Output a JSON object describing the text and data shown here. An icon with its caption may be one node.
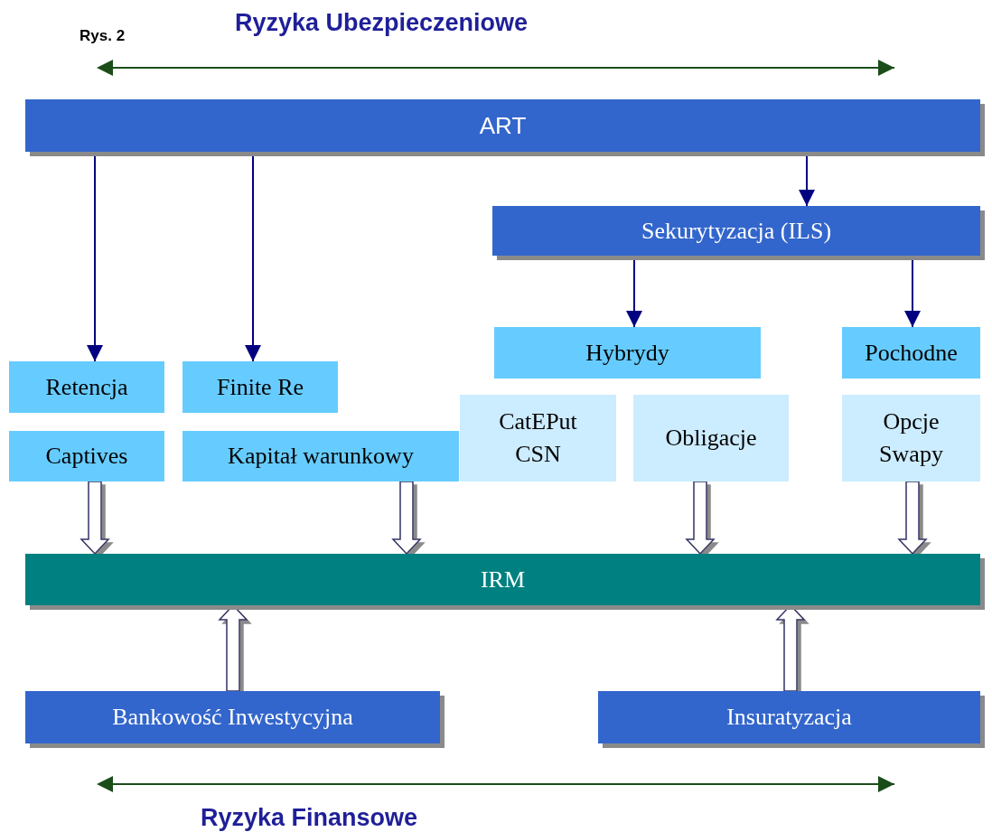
{
  "diagram": {
    "nodes": [
      {
        "text": [
          "ART"
        ]
      },
      {
        "text": [
          "Sekurytyzacja (ILS)"
        ]
      },
      {
        "text": [
          "Retencja"
        ]
      },
      {
        "text": [
          "Captives"
        ]
      },
      {
        "text": [
          "Finite Re"
        ]
      },
      {
        "text": [
          "Kapitał warunkowy"
        ]
      },
      {
        "text": [
          "Hybrydy"
        ]
      },
      {
        "text": [
          "CatEPut CSN"
        ]
      },
      {
        "text": [
          "Obligacje"
        ]
      },
      {
        "text": [
          "Pochodne"
        ]
      },
      {
        "text": [
          "Opcje Swapy"
        ]
      },
      {
        "text": [
          "IRM"
        ]
      },
      {
        "text": [
          "Bankowość Inwestycyjna"
        ]
      },
      {
        "text": [
          "Insuratyzacja"
        ]
      }
    ],
    "edges": [
      {
        "from": 0,
        "to": 2,
        "arrow": "to"
      },
      {
        "from": 0,
        "to": 4,
        "arrow": "to"
      },
      {
        "from": 0,
        "to": 1,
        "arrow": "to"
      },
      {
        "from": 1,
        "to": 6,
        "arrow": "to"
      },
      {
        "from": 1,
        "to": 9,
        "arrow": "to"
      },
      {
        "from": 3,
        "to": 11,
        "arrow": "to",
        "style": "thick"
      },
      {
        "from": 5,
        "to": 11,
        "arrow": "to",
        "style": "thick"
      },
      {
        "from": 8,
        "to": 11,
        "arrow": "to",
        "style": "thick"
      },
      {
        "from": 10,
        "to": 11,
        "arrow": "to",
        "style": "thick"
      },
      {
        "from": 12,
        "to": 11,
        "arrow": "to",
        "style": "thick"
      },
      {
        "from": 13,
        "to": 11,
        "arrow": "to",
        "style": "thick"
      }
    ],
    "labels": [
      "Ryzyka Ubezpieczeniowe",
      "Rys. 2",
      "Ryzyka Finansowe"
    ]
  }
}
